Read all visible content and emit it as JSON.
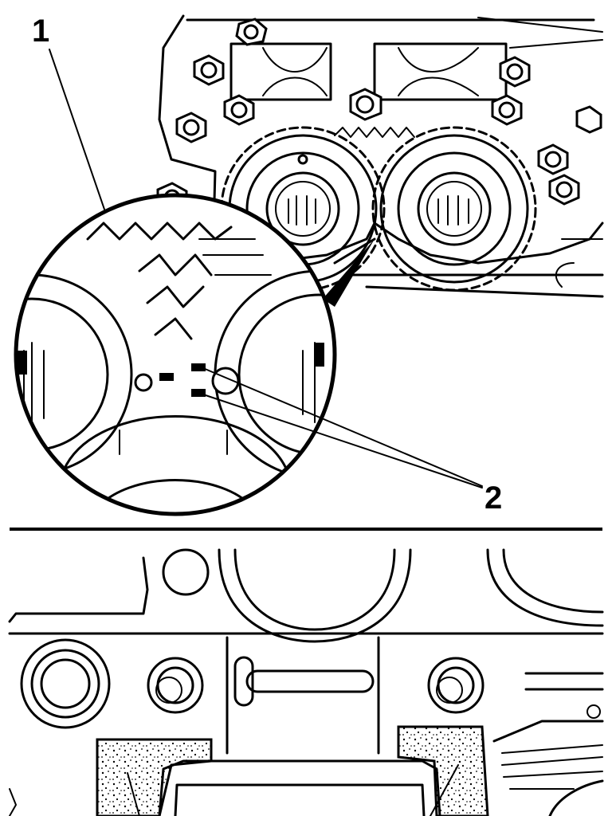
{
  "figure": {
    "callouts": [
      {
        "id": "callout-1",
        "text": "1"
      },
      {
        "id": "callout-2",
        "text": "2"
      }
    ],
    "panels": [
      "camshaft-gear-timing-view",
      "cylinder-head-detail-view"
    ],
    "colors": {
      "ink": "#000000",
      "paper": "#ffffff"
    }
  }
}
